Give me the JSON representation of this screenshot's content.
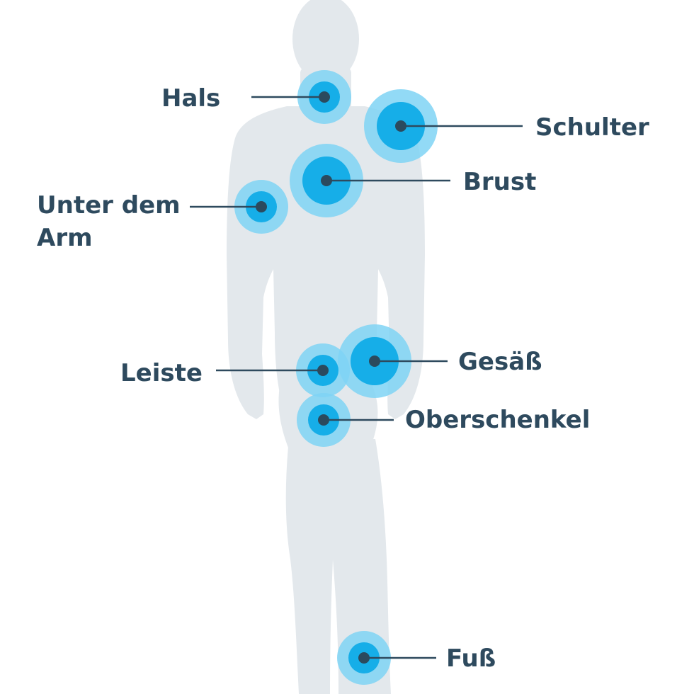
{
  "colors": {
    "background": "#ffffff",
    "silhouette": "#e3e8ec",
    "halo_outer": "#7fd3f5",
    "halo_inner": "#16aee8",
    "dot": "#2b4a5e",
    "leader_line": "#2e4a5e",
    "label_text": "#2e4a5e"
  },
  "diagram": {
    "figure": "human-silhouette",
    "markers": [
      {
        "id": "neck",
        "lines": [
          "Hals"
        ],
        "size": "small"
      },
      {
        "id": "shoulder",
        "lines": [
          "Schulter"
        ],
        "size": "large"
      },
      {
        "id": "chest",
        "lines": [
          "Brust"
        ],
        "size": "large"
      },
      {
        "id": "underarm",
        "lines": [
          "Unter dem",
          "Arm"
        ],
        "size": "small"
      },
      {
        "id": "groin",
        "lines": [
          "Leiste"
        ],
        "size": "small"
      },
      {
        "id": "buttocks",
        "lines": [
          "Gesäß"
        ],
        "size": "large"
      },
      {
        "id": "thigh",
        "lines": [
          "Oberschenkel"
        ],
        "size": "small"
      },
      {
        "id": "foot",
        "lines": [
          "Fuß"
        ],
        "size": "small"
      }
    ]
  }
}
